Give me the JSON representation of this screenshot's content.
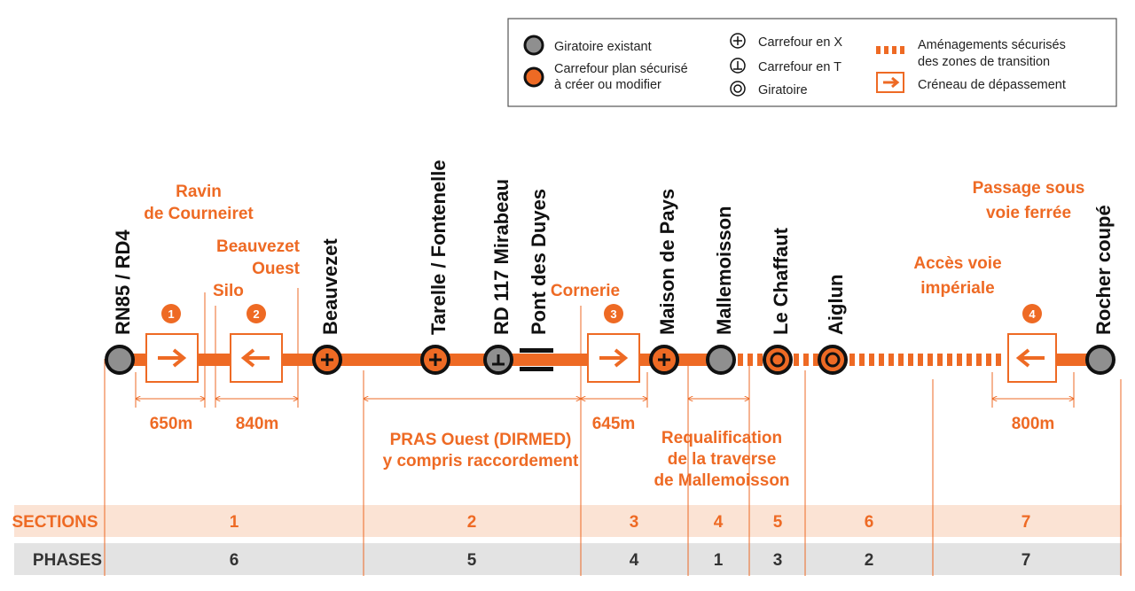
{
  "colors": {
    "accent": "#ee6a24",
    "existing": "#8f8f8f",
    "sections_bg": "#fbe3d4",
    "phases_bg": "#e3e3e3",
    "dark": "#111111"
  },
  "legend": {
    "existing_roundabout": "Giratoire existant",
    "secure_junction_1": "Carrefour plan sécurisé",
    "secure_junction_2": "à créer ou modifier",
    "x_junction": "Carrefour en X",
    "t_junction": "Carrefour en T",
    "roundabout": "Giratoire",
    "transition_1": "Aménagements sécurisés",
    "transition_2": "des zones de transition",
    "overtaking": "Créneau de dépassement"
  },
  "stations": [
    "RN85 / RD4",
    "Beauvezet",
    "Tarelle / Fontenelle",
    "RD 117 Mirabeau",
    "Pont des Duyes",
    "Maison de Pays",
    "Mallemoisson",
    "Le Chaffaut",
    "Aiglun",
    "Rocher coupé"
  ],
  "annotations": {
    "ravin_1": "Ravin",
    "ravin_2": "de Courneiret",
    "beauvezet_ouest_1": "Beauvezet",
    "beauvezet_ouest_2": "Ouest",
    "silo": "Silo",
    "cornerie": "Cornerie",
    "acces_1": "Accès voie",
    "acces_2": "impériale",
    "passage_1": "Passage sous",
    "passage_2": "voie ferrée",
    "pras_1": "PRAS Ouest (DIRMED)",
    "pras_2": "y compris raccordement",
    "requal_1": "Requalification",
    "requal_2": "de la traverse",
    "requal_3": "de Mallemoisson"
  },
  "overtaking_lanes": [
    {
      "number": "1",
      "distance": "650m"
    },
    {
      "number": "2",
      "distance": "840m"
    },
    {
      "number": "3",
      "distance": "645m"
    },
    {
      "number": "4",
      "distance": "800m"
    }
  ],
  "rows": {
    "sections_label": "SECTIONS",
    "phases_label": "PHASES",
    "sections": [
      "1",
      "2",
      "3",
      "4",
      "5",
      "6",
      "7"
    ],
    "phases": [
      "6",
      "5",
      "4",
      "1",
      "3",
      "2",
      "7"
    ]
  }
}
